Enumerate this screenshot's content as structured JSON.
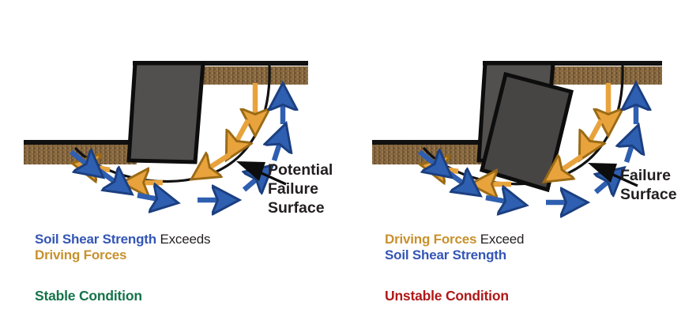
{
  "colors": {
    "soil_band_fill": "#8a6a42",
    "soil_band_line": "#111111",
    "block_fill": "#524f4f",
    "block_fill_rotated": "#474444",
    "block_stroke": "#0d0d0d",
    "arrow_blue": "#2f5fb0",
    "arrow_blue_stroke": "#1b3f80",
    "arrow_orange": "#e8a33d",
    "arrow_orange_stroke": "#9a6a16",
    "slip_surface": "#111111",
    "text_blue": "#3355b5",
    "text_orange": "#c8912e",
    "text_black": "#231f20",
    "text_green": "#16734a",
    "text_red": "#b01818",
    "background": "#ffffff"
  },
  "left_panel": {
    "annotation": {
      "lines": [
        "Potential",
        "Failure",
        "Surface"
      ],
      "icon": "arrow-pointer-icon"
    },
    "caption": {
      "compare_line_1_strong": "Soil Shear Strength",
      "compare_line_1_verb": "Exceeds",
      "compare_line_2_strong": "Driving Forces",
      "condition": "Stable Condition"
    },
    "diagram": {
      "slope_label": "stable-slope",
      "block_label": "foundation-block",
      "upper_ground_label": "upper-ground-surface",
      "lower_ground_label": "lower-ground-surface",
      "resisting_arrow_count": 8,
      "driving_arrow_count": 6
    }
  },
  "right_panel": {
    "annotation": {
      "lines": [
        "Failure",
        "Surface"
      ],
      "icon": "arrow-pointer-icon"
    },
    "caption": {
      "compare_line_1_strong": "Driving Forces",
      "compare_line_1_verb": "Exceed",
      "compare_line_2_strong": "Soil Shear Strength",
      "condition": "Unstable Condition"
    },
    "diagram": {
      "slope_label": "failed-slope",
      "block_label": "rotated-foundation-block",
      "block_original_label": "original-block-position",
      "upper_ground_label": "upper-ground-surface",
      "lower_ground_label": "lower-ground-surface",
      "resisting_arrow_count": 8,
      "driving_arrow_count": 6,
      "block_rotation_degrees": 20
    }
  }
}
